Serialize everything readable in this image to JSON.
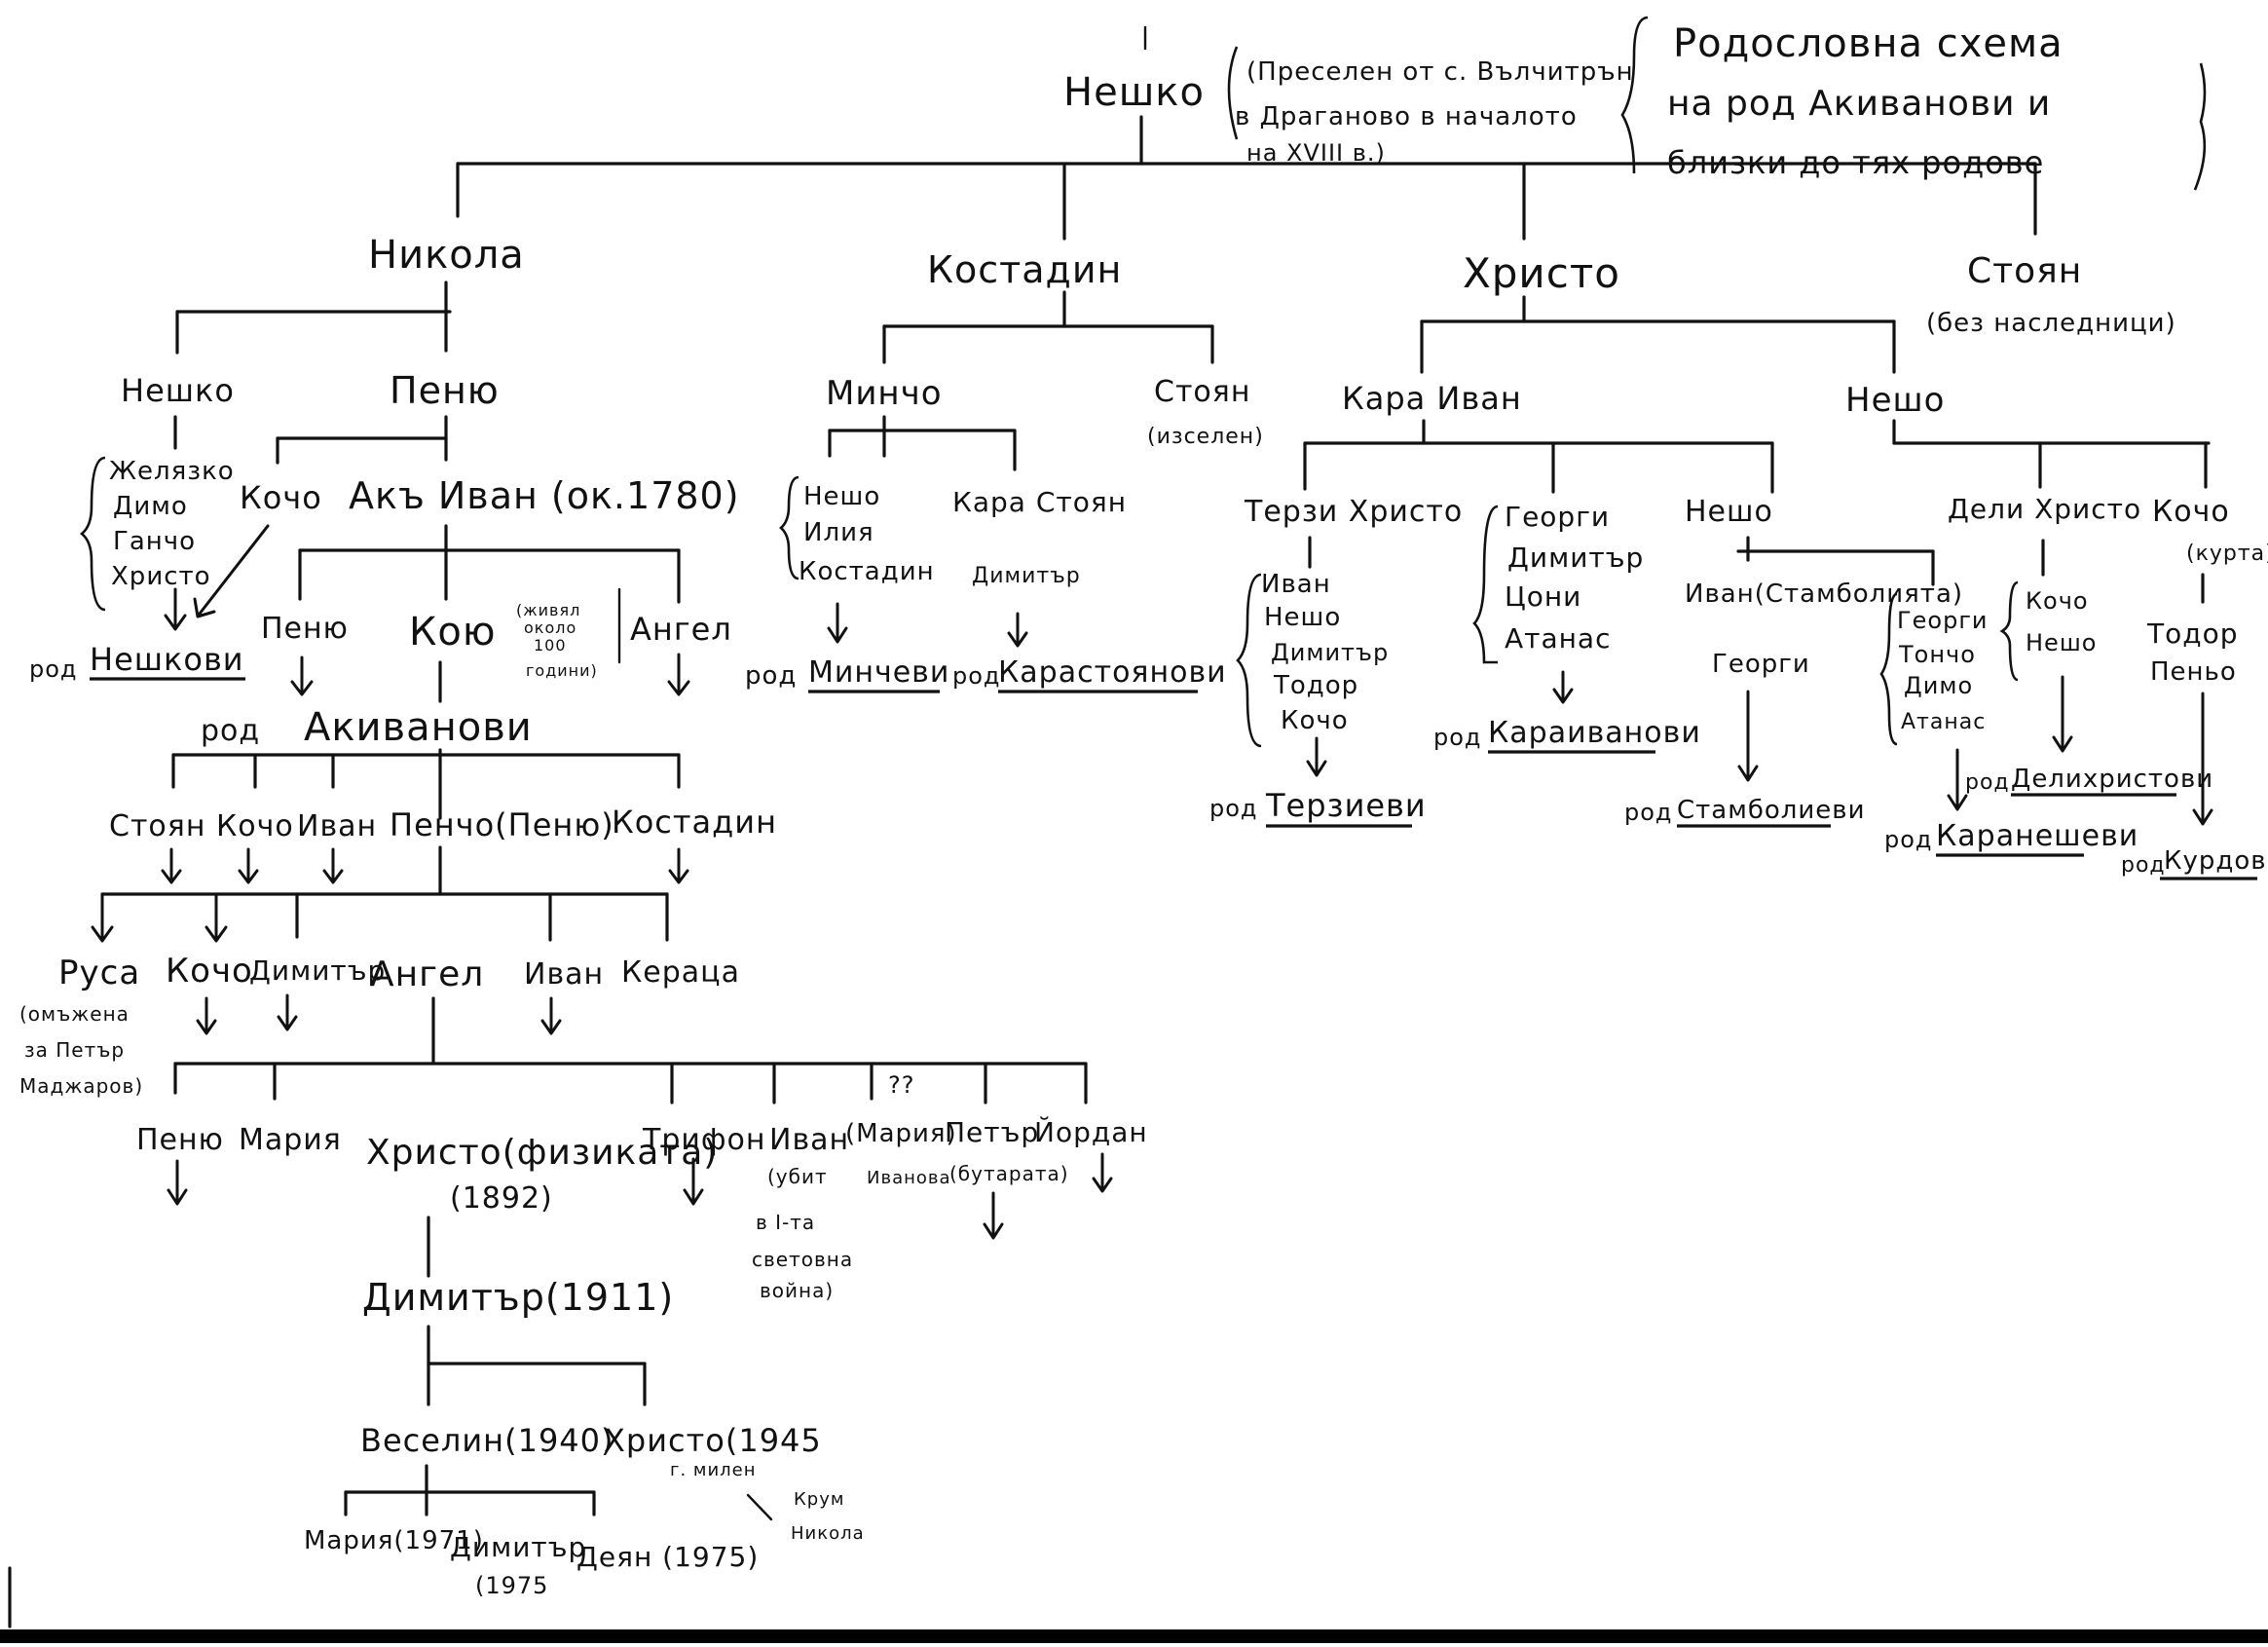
{
  "title": {
    "lines": [
      "Родословна схема",
      "на род Акиванови и",
      "близки до тях родове"
    ]
  },
  "root": {
    "name": "Нешко",
    "note_lines": [
      "(Преселен от с. Вълчитрън",
      "в Драганово в началото",
      "на XVIII в.)"
    ]
  },
  "gen1": {
    "nikola": "Никола",
    "kostadin": "Костадин",
    "hristo": "Христо",
    "stoyan": "Стоян",
    "stoyan_note": "(без наследници)"
  },
  "nikola_branch": {
    "neshko": "Нешко",
    "neshko_children": [
      "Желязко",
      "Димо",
      "Ганчо",
      "Христо"
    ],
    "rod_neshkovi": {
      "prefix": "род",
      "name": "Нешкови"
    },
    "penyu": "Пеню",
    "kocho": "Кочо",
    "akivan": "Акъ Иван (ок.1780)",
    "akivan_children": {
      "penyu": "Пеню",
      "koyu": "Кою",
      "koyu_note": [
        "(живял",
        "около",
        "100",
        "години)"
      ],
      "angel": "Ангел"
    },
    "rod_akivanovi": {
      "prefix": "род",
      "name": "Акиванови"
    },
    "gen5": [
      "Стоян",
      "Кочо",
      "Иван",
      "Пенчо(Пеню)",
      "Костадин"
    ],
    "gen6": {
      "rusa": "Руса",
      "rusa_note": [
        "(омъжена",
        "за Петър",
        "Маджаров)"
      ],
      "kocho": "Кочо",
      "dimitar": "Димитър",
      "angel": "Ангел",
      "ivan": "Иван",
      "keratsa": "Кераца"
    },
    "gen7": {
      "penyu": "Пеню",
      "mariya": "Мария",
      "hristo": "Христо(физиката)",
      "hristo_year": "(1892)",
      "trifon": "Трифон",
      "ivan": "Иван",
      "ivan_note": [
        "(убит",
        "в I-та",
        "световна",
        "война)"
      ],
      "mariya2": "(Мария)",
      "mariya2_note": "Иванова",
      "question": "??",
      "petar": "Петър",
      "petar_note": "(бутарата)",
      "yordan": "Йордан"
    },
    "dimitar": "Димитър(1911)",
    "gen9": {
      "veselin": "Веселин(1940)",
      "hristo": "Христо(1945",
      "hristo_note": "г. милен",
      "hristo_children": [
        "Крум",
        "Никола"
      ]
    },
    "gen10": {
      "mariya": "Мария(1971)",
      "dimitar": "Димитър",
      "dimitar_year": "(1975",
      "deyan": "Деян (1975)"
    }
  },
  "kostadin_branch": {
    "mincho": "Минчо",
    "mincho_children": [
      "Нешо",
      "Илия",
      "Костадин"
    ],
    "kara_stoyan": "Кара Стоян",
    "kara_stoyan_child": "Димитър",
    "stoyan": "Стоян",
    "stoyan_note": "(изселен)",
    "rod_minchevi": {
      "prefix": "род",
      "name": "Минчеви"
    },
    "rod_karastoyanovi": {
      "prefix": "род",
      "name": "Карастоянови"
    }
  },
  "hristo_branch": {
    "kara_ivan": "Кара Иван",
    "neshо": "Нешо",
    "terzi_hristo": "Терзи Христо",
    "terzi_children": [
      "Иван",
      "Нешо",
      "Димитър",
      "Тодор",
      "Кочо"
    ],
    "georgi_group": [
      "Георги",
      "Димитър",
      "Цони",
      "Атанас"
    ],
    "nesho2": "Нешо",
    "ivan_stamboliyata": "Иван(Стамболията)",
    "georgi": "Георги",
    "deli_hristo": "Дели Христо",
    "deli_children_left": [
      "Георги",
      "Тончо",
      "Димо",
      "Атанас"
    ],
    "deli_children_right": [
      "Кочо",
      "Нешо"
    ],
    "kocho": "Кочо",
    "kocho_note": "(курта)",
    "kocho_children": [
      "Тодор",
      "Пеньо"
    ],
    "rod_terzievi": {
      "prefix": "род",
      "name": "Терзиеви"
    },
    "rod_karaivanovi": {
      "prefix": "род",
      "name": "Караиванови"
    },
    "rod_stambolievi": {
      "prefix": "род",
      "name": "Стамболиеви"
    },
    "rod_delihristovi": {
      "prefix": "род",
      "name": "Делихристови"
    },
    "rod_karaneshevi": {
      "prefix": "род",
      "name": "Каранешеви"
    },
    "rod_kurdovi": {
      "prefix": "род",
      "name": "Курдови"
    }
  }
}
